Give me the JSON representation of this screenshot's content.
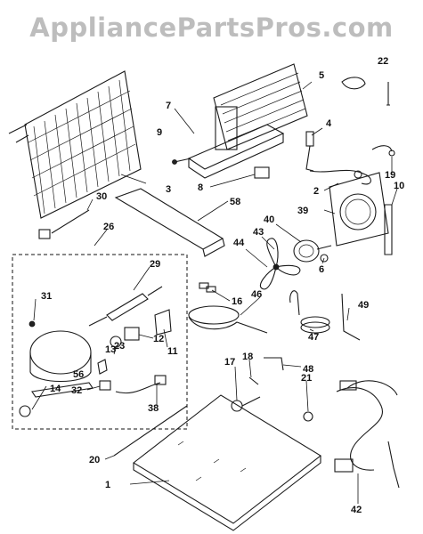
{
  "watermark": "AppliancePartsPros.com",
  "callouts": [
    "1",
    "2",
    "3",
    "4",
    "5",
    "6",
    "7",
    "8",
    "9",
    "10",
    "11",
    "12",
    "13",
    "14",
    "16",
    "17",
    "18",
    "19",
    "20",
    "21",
    "22",
    "23",
    "26",
    "29",
    "30",
    "31",
    "32",
    "38",
    "39",
    "40",
    "42",
    "43",
    "44",
    "46",
    "47",
    "48",
    "49",
    "56",
    "58"
  ]
}
